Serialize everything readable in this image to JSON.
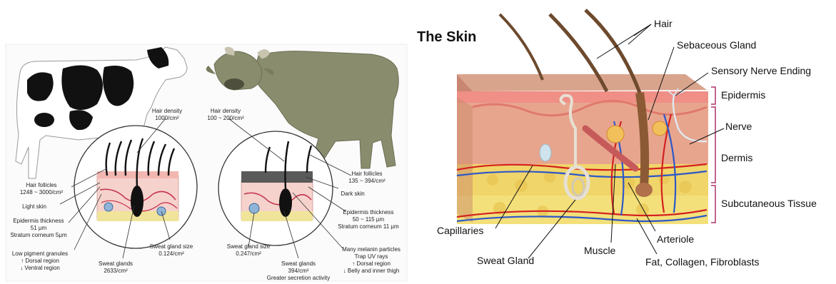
{
  "left_panel": {
    "hair_density_left": {
      "title": "Hair density",
      "value": "1000/cm²"
    },
    "hair_density_right": {
      "title": "Hair density",
      "value": "100 ~ 200/cm²"
    },
    "hair_follicles_left": {
      "title": "Hair follicles",
      "value": "1248 ~ 3000/cm²"
    },
    "hair_follicles_right": {
      "title": "Hair follicles",
      "value": "135 ~ 394/cm²"
    },
    "light_skin": "Light skin",
    "dark_skin": "Dark skin",
    "epidermis_left": {
      "title": "Epidermis thickness",
      "line1": "51 μm",
      "line2": "Stratum corneum 5μm"
    },
    "epidermis_right": {
      "title": "Epidermis thickness",
      "line1": "50 ~ 115 μm",
      "line2": "Stratum corneum 11 μm"
    },
    "low_pigment": {
      "title": "Low pigment granules",
      "line1": "↑ Dorsal region",
      "line2": "↓ Ventral region"
    },
    "sweat_glands_left": {
      "title": "Sweat glands",
      "value": "2633/cm²"
    },
    "sweat_gland_size_left": {
      "title": "Sweat gland size",
      "value": "0.124/cm²"
    },
    "sweat_gland_size_right": {
      "title": "Sweat gland size",
      "value": "0.247/cm²"
    },
    "sweat_glands_right": {
      "title": "Sweat glands",
      "value": "394/cm²",
      "note": "Greater secretion activity"
    },
    "melanin": {
      "title": "Many melanin particles",
      "line1": "Trap UV rays",
      "line2": "↑ Dorsal region",
      "line3": "↓ Belly and inner thigh"
    }
  },
  "right_panel": {
    "title": "The Skin",
    "labels": {
      "hair": "Hair",
      "sebaceous_gland": "Sebaceous Gland",
      "sensory_nerve_ending": "Sensory Nerve Ending",
      "epidermis": "Epidermis",
      "nerve": "Nerve",
      "dermis": "Dermis",
      "subcutaneous_tissue": "Subcutaneous Tissue",
      "capillaries": "Capillaries",
      "sweat_gland": "Sweat Gland",
      "muscle": "Muscle",
      "arteriole": "Arteriole",
      "fat_collagen": "Fat, Collagen, Fibroblasts"
    }
  },
  "colors": {
    "cow_body": "#ffffff",
    "cow_spots": "#111111",
    "buffalo": "#8a8c6e",
    "epidermis_pink": "#f2b7b0",
    "dermis": "#e8a58e",
    "fat_yellow": "#f0d56a",
    "bracket": "#b0306a",
    "artery": "#d42020",
    "vein": "#2e58c8"
  }
}
